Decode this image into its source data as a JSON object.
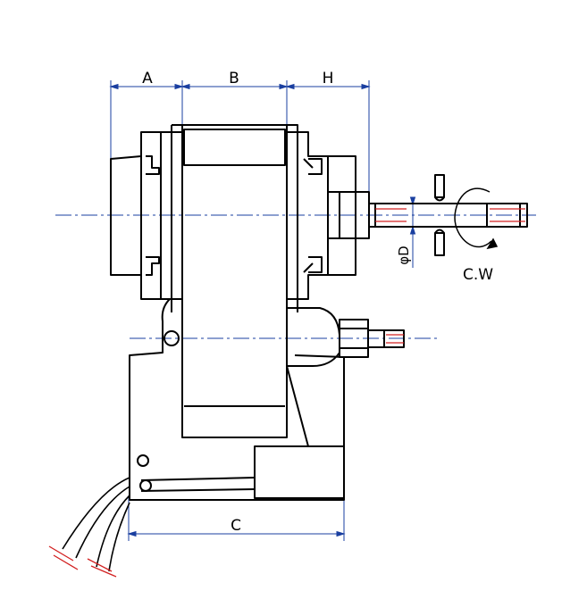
{
  "diagram": {
    "dimension_labels": {
      "a": "A",
      "b": "B",
      "h": "H",
      "c": "C",
      "shaft_diameter": "φD"
    },
    "rotation_label": "C.W",
    "colors": {
      "dimension_line": "#1a3fa0",
      "center_line": "#1a3fa0",
      "thread_marks": "#d22020",
      "wire_marks": "#d22020",
      "outline": "#000000"
    }
  }
}
